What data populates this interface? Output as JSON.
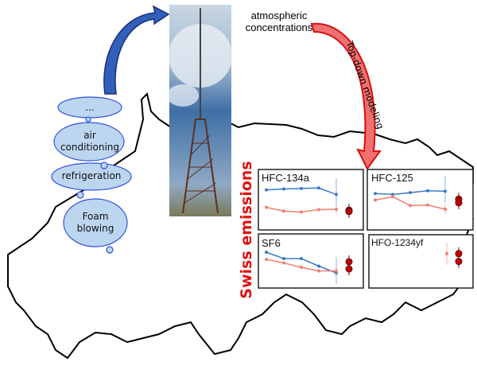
{
  "labels": {
    "concentrations": "atmospheric concentrations",
    "top_down": "Top-down modeling",
    "swiss_emissions": "Swiss emissions"
  },
  "clouds": [
    "...",
    "air conditioning",
    "refrigeration",
    "Foam blowing"
  ],
  "colors": {
    "bottom_up": "#3a7cc4",
    "top_down_trend": "#f08070",
    "top_down_points": "#c00000",
    "arrow_blue": "#2a4fa8",
    "arrow_red": "#d81010"
  },
  "chart_data": [
    {
      "type": "line",
      "title": "HFC-134a",
      "series": [
        {
          "name": "blue",
          "values": [
            0.8,
            0.82,
            0.83,
            0.84,
            0.7
          ]
        },
        {
          "name": "salmon",
          "values": [
            0.42,
            0.34,
            0.32,
            0.37,
            0.38
          ]
        }
      ],
      "points": [
        0.36,
        0.33
      ]
    },
    {
      "type": "line",
      "title": "HFC-125",
      "series": [
        {
          "name": "blue",
          "values": [
            0.72,
            0.7,
            0.74,
            0.78,
            0.77
          ]
        },
        {
          "name": "salmon",
          "values": [
            0.58,
            0.65,
            0.46,
            0.47,
            0.38
          ]
        }
      ],
      "points": [
        0.6,
        0.52
      ]
    },
    {
      "type": "line",
      "title": "SF6",
      "series": [
        {
          "name": "blue",
          "values": [
            0.82,
            0.66,
            0.66,
            0.47,
            0.3
          ]
        },
        {
          "name": "salmon",
          "values": [
            0.64,
            0.55,
            0.44,
            0.35,
            0.35
          ]
        }
      ],
      "points": [
        0.58,
        0.4
      ]
    },
    {
      "type": "line",
      "title": "HFO-1234yf",
      "series": [],
      "trend_point": 0.8,
      "points": [
        0.8,
        0.6
      ]
    }
  ]
}
